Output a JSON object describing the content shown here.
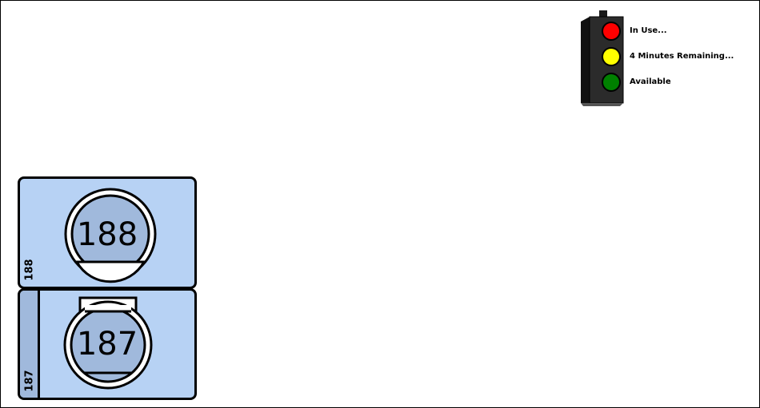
{
  "legend": {
    "items": [
      {
        "label": "In Use...",
        "color": "#ff0000"
      },
      {
        "label": "4 Minutes Remaining...",
        "color": "#ffff00"
      },
      {
        "label": "Available",
        "color": "#008000"
      }
    ]
  },
  "machines": [
    {
      "number": "188",
      "side_label": "188",
      "status": "available",
      "color": "#b7d2f4"
    },
    {
      "number": "187",
      "side_label": "187",
      "status": "available",
      "color": "#b7d2f4"
    }
  ]
}
